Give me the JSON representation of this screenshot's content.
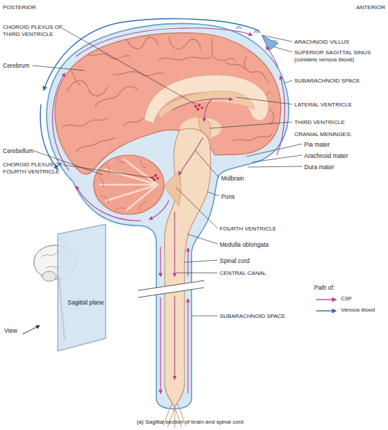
{
  "diagram": {
    "caption": "(a) Sagittal section of brain and spinal cord",
    "labels": [
      "POSTERIOR",
      "ANTERIOR",
      "CHOROID PLEXUS OF THIRD VENTRICLE",
      "Cerebrum",
      "ARACHNOID VILLUS",
      "SUPERIOR SAGITTAL SINUS (contains venous blood)",
      "SUBARACHNOID SPACE",
      "LATERAL VENTRICLE",
      "THIRD VENTRICLE",
      "CRANIAL MENINGES:",
      "Pia mater",
      "Arachnoid mater",
      "Dura mater",
      "Cerebellum",
      "CHOROID PLEXUS OF FOURTH VENTRICLE",
      "Midbrain",
      "Pons",
      "FOURTH VENTRICLE",
      "Medulla oblongata",
      "Spinal cord",
      "CENTRAL CANAL",
      "Sagittal plane",
      "View",
      "SUBARACHNOID SPACE",
      "Path of:"
    ],
    "legend": [
      {
        "text": "CSF"
      },
      {
        "text": "Venous blood"
      }
    ]
  }
}
